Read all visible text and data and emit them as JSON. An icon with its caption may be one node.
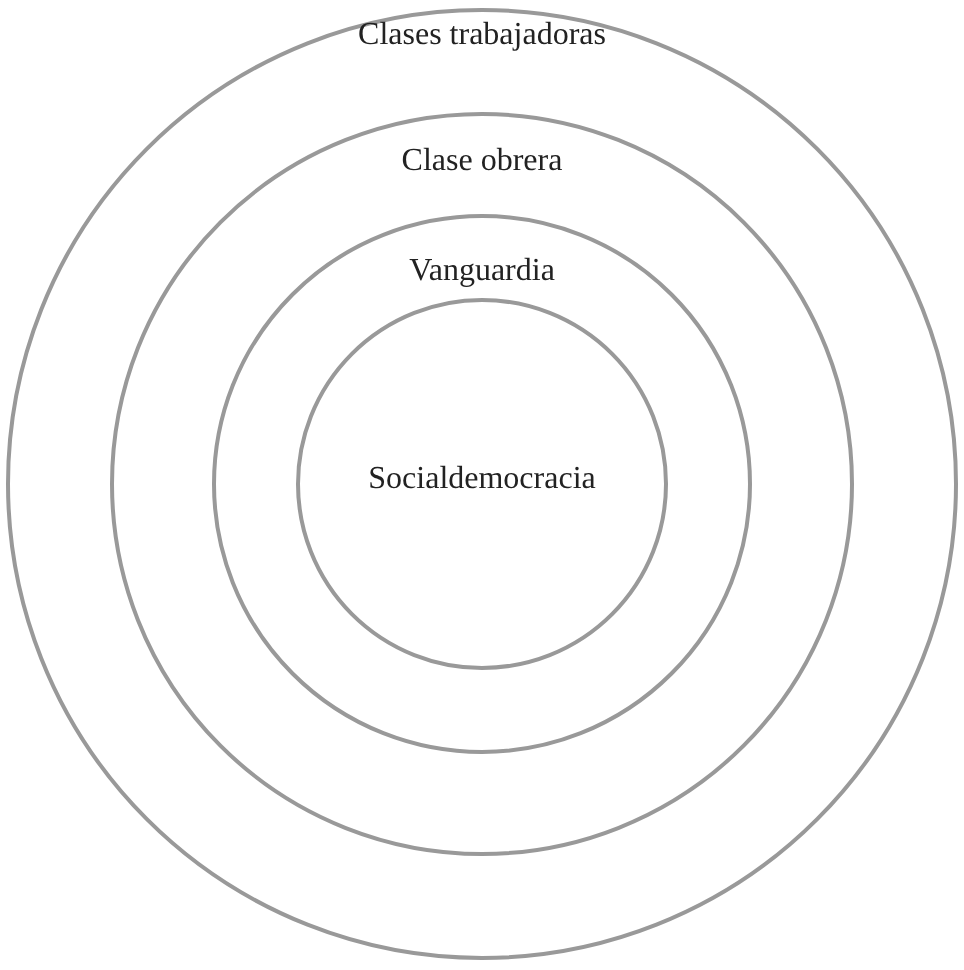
{
  "diagram": {
    "nodes": [
      {
        "text": [
          "Clases trabajadoras"
        ]
      },
      {
        "text": [
          "Clase obrera"
        ],
        "in": 0
      },
      {
        "text": [
          "Vanguardia"
        ],
        "in": 1
      },
      {
        "text": [
          "Socialdemocracia"
        ],
        "in": 2
      }
    ]
  }
}
